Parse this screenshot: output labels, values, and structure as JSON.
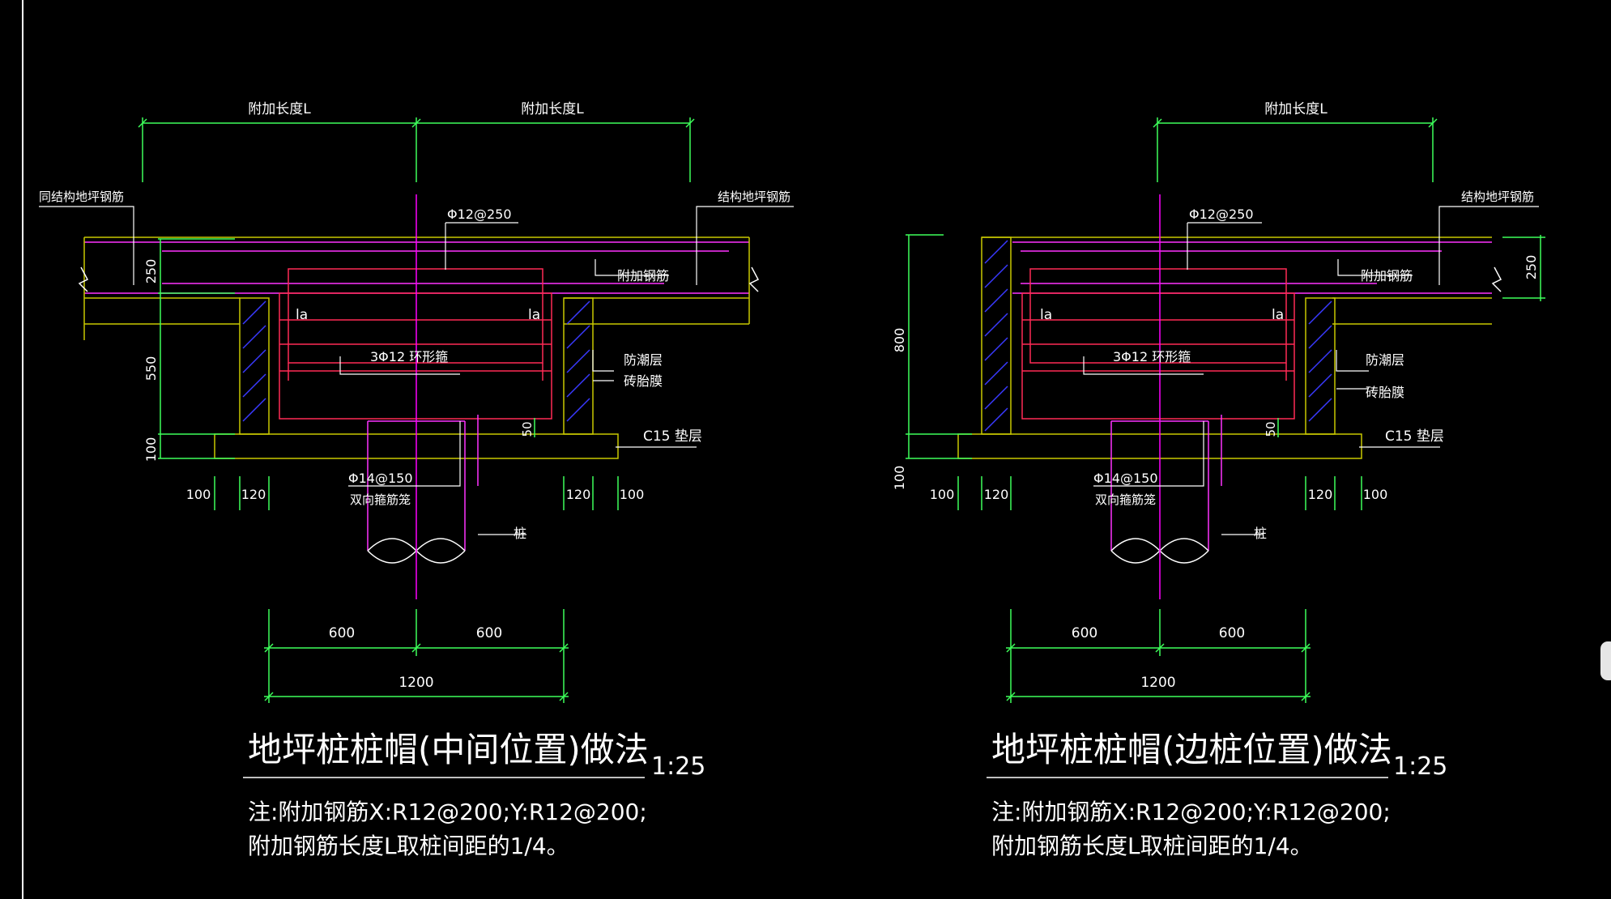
{
  "colors": {
    "background": "#000000",
    "dimension": "#3dff5a",
    "rebar": "#ff2a55",
    "tie": "#ff33ff",
    "axis": "#ff00ff",
    "slab": "#c8c800",
    "text": "#ffffff",
    "wall": "#ffff00"
  },
  "left": {
    "top_dim_left": "附加长度L",
    "top_dim_right": "附加长度L",
    "label_slab_rebar_left": "同结构地坪钢筋",
    "label_slab_rebar_right": "结构地坪钢筋",
    "top_bar": "Φ12@250",
    "added_bar": "附加钢筋",
    "la_left": "la",
    "la_right": "la",
    "ring_bar": "3Φ12  环形箍",
    "damp_layer": "防潮层",
    "brick_film": "砖胎膜",
    "cushion": "C15 垫层",
    "bottom_bar": "Φ14@150",
    "bottom_bar_note": "双向箍筋笼",
    "pile": "桩",
    "dim_250": "250",
    "dim_550": "550",
    "dim_100": "100",
    "dim_50": "50",
    "dim_b100_left": "100",
    "dim_b120_left": "120",
    "dim_b120_right": "120",
    "dim_b100_right": "100",
    "dim_600_left": "600",
    "dim_600_right": "600",
    "dim_1200": "1200",
    "title": "地坪桩桩帽(中间位置)做法",
    "scale": "1:25",
    "note1": "注:附加钢筋X:R12@200;Y:R12@200;",
    "note2": "附加钢筋长度L取桩间距的1/4。"
  },
  "right": {
    "top_dim": "附加长度L",
    "label_slab_rebar_right": "结构地坪钢筋",
    "top_bar": "Φ12@250",
    "added_bar": "附加钢筋",
    "la_left": "la",
    "la_right": "la",
    "ring_bar": "3Φ12  环形箍",
    "damp_layer": "防潮层",
    "brick_film": "砖胎膜",
    "cushion": "C15 垫层",
    "bottom_bar": "Φ14@150",
    "bottom_bar_note": "双向箍筋笼",
    "pile": "桩",
    "dim_250": "250",
    "dim_800": "800",
    "dim_100": "100",
    "dim_50": "50",
    "dim_b100_left": "100",
    "dim_b120_left": "120",
    "dim_b120_right": "120",
    "dim_b100_right": "100",
    "dim_600_left": "600",
    "dim_600_right": "600",
    "dim_1200": "1200",
    "title": "地坪桩桩帽(边桩位置)做法",
    "scale": "1:25",
    "note1": "注:附加钢筋X:R12@200;Y:R12@200;",
    "note2": "附加钢筋长度L取桩间距的1/4。"
  }
}
